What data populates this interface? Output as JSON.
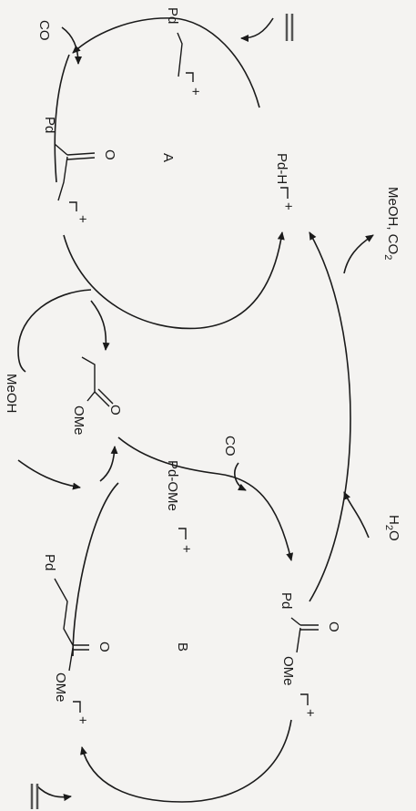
{
  "cycle_a": {
    "label": "A",
    "pd_ethyl": {
      "metal": "Pd",
      "charge": "+"
    },
    "acyl": {
      "metal": "Pd",
      "oxygen": "O",
      "charge": "+"
    },
    "hydride": {
      "species": "Pd-H",
      "charge": "+"
    },
    "reagent_co": "CO",
    "reagent_methanol": "MeOH"
  },
  "cycle_b": {
    "label": "B",
    "methoxide": {
      "species": "Pd-OMe",
      "charge": "+"
    },
    "methoxycarbonyl": {
      "metal": "Pd",
      "oxygen": "O",
      "group": "OMe",
      "charge": "+"
    },
    "alkyl_ester": {
      "metal": "Pd",
      "oxygen": "O",
      "group": "OMe",
      "charge": "+"
    },
    "reagent_co": "CO"
  },
  "product": {
    "oxygen": "O",
    "group": "OMe"
  },
  "linker": {
    "water": "H",
    "water_sub": "2",
    "water_o": "O",
    "outputs": "MeOH, CO",
    "outputs_sub": "2"
  }
}
